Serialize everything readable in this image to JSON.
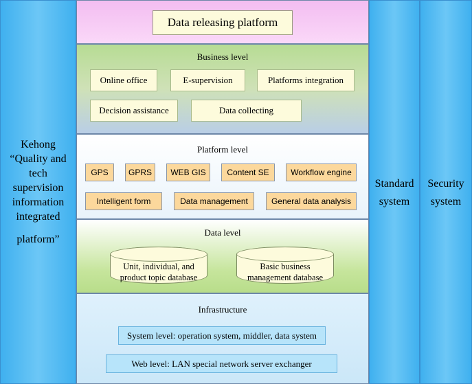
{
  "left_pillar": {
    "lines": [
      "Kehong",
      "“Quality and",
      "tech",
      "supervision",
      "information",
      "integrated",
      "platform”"
    ]
  },
  "right_pillars": [
    {
      "lines": [
        "Standard",
        "system"
      ]
    },
    {
      "lines": [
        "Security",
        "system"
      ]
    }
  ],
  "release": {
    "title": "Data releasing platform"
  },
  "business": {
    "title": "Business level",
    "items": [
      "Online office",
      "E-supervision",
      "Platforms integration",
      "Decision assistance",
      "Data collecting"
    ]
  },
  "platform": {
    "title": "Platform level",
    "items": [
      "GPS",
      "GPRS",
      "WEB GIS",
      "Content SE",
      "Workflow engine",
      "Intelligent form",
      "Data management",
      "General data analysis"
    ]
  },
  "data": {
    "title": "Data level",
    "databases": [
      {
        "lines": [
          "Unit,   individual,   and",
          "product topic database"
        ]
      },
      {
        "lines": [
          "Basic business",
          "management database"
        ]
      }
    ]
  },
  "infrastructure": {
    "title": "Infrastructure",
    "items": [
      "System level: operation system, middler, data system",
      "Web level: LAN   special network  server exchanger"
    ]
  },
  "colors": {
    "pillar": "#4fb8f2",
    "release_band": "#f7c6f4",
    "business_band": "#c8e3a6",
    "platform_band": "#e3f1fb",
    "data_band": "#cfeaa3",
    "infrastructure_band": "#d5ecfa",
    "box_yellow": "#fdfbdc",
    "box_orange": "#fcd89c",
    "box_blue": "#b7e4fa"
  }
}
